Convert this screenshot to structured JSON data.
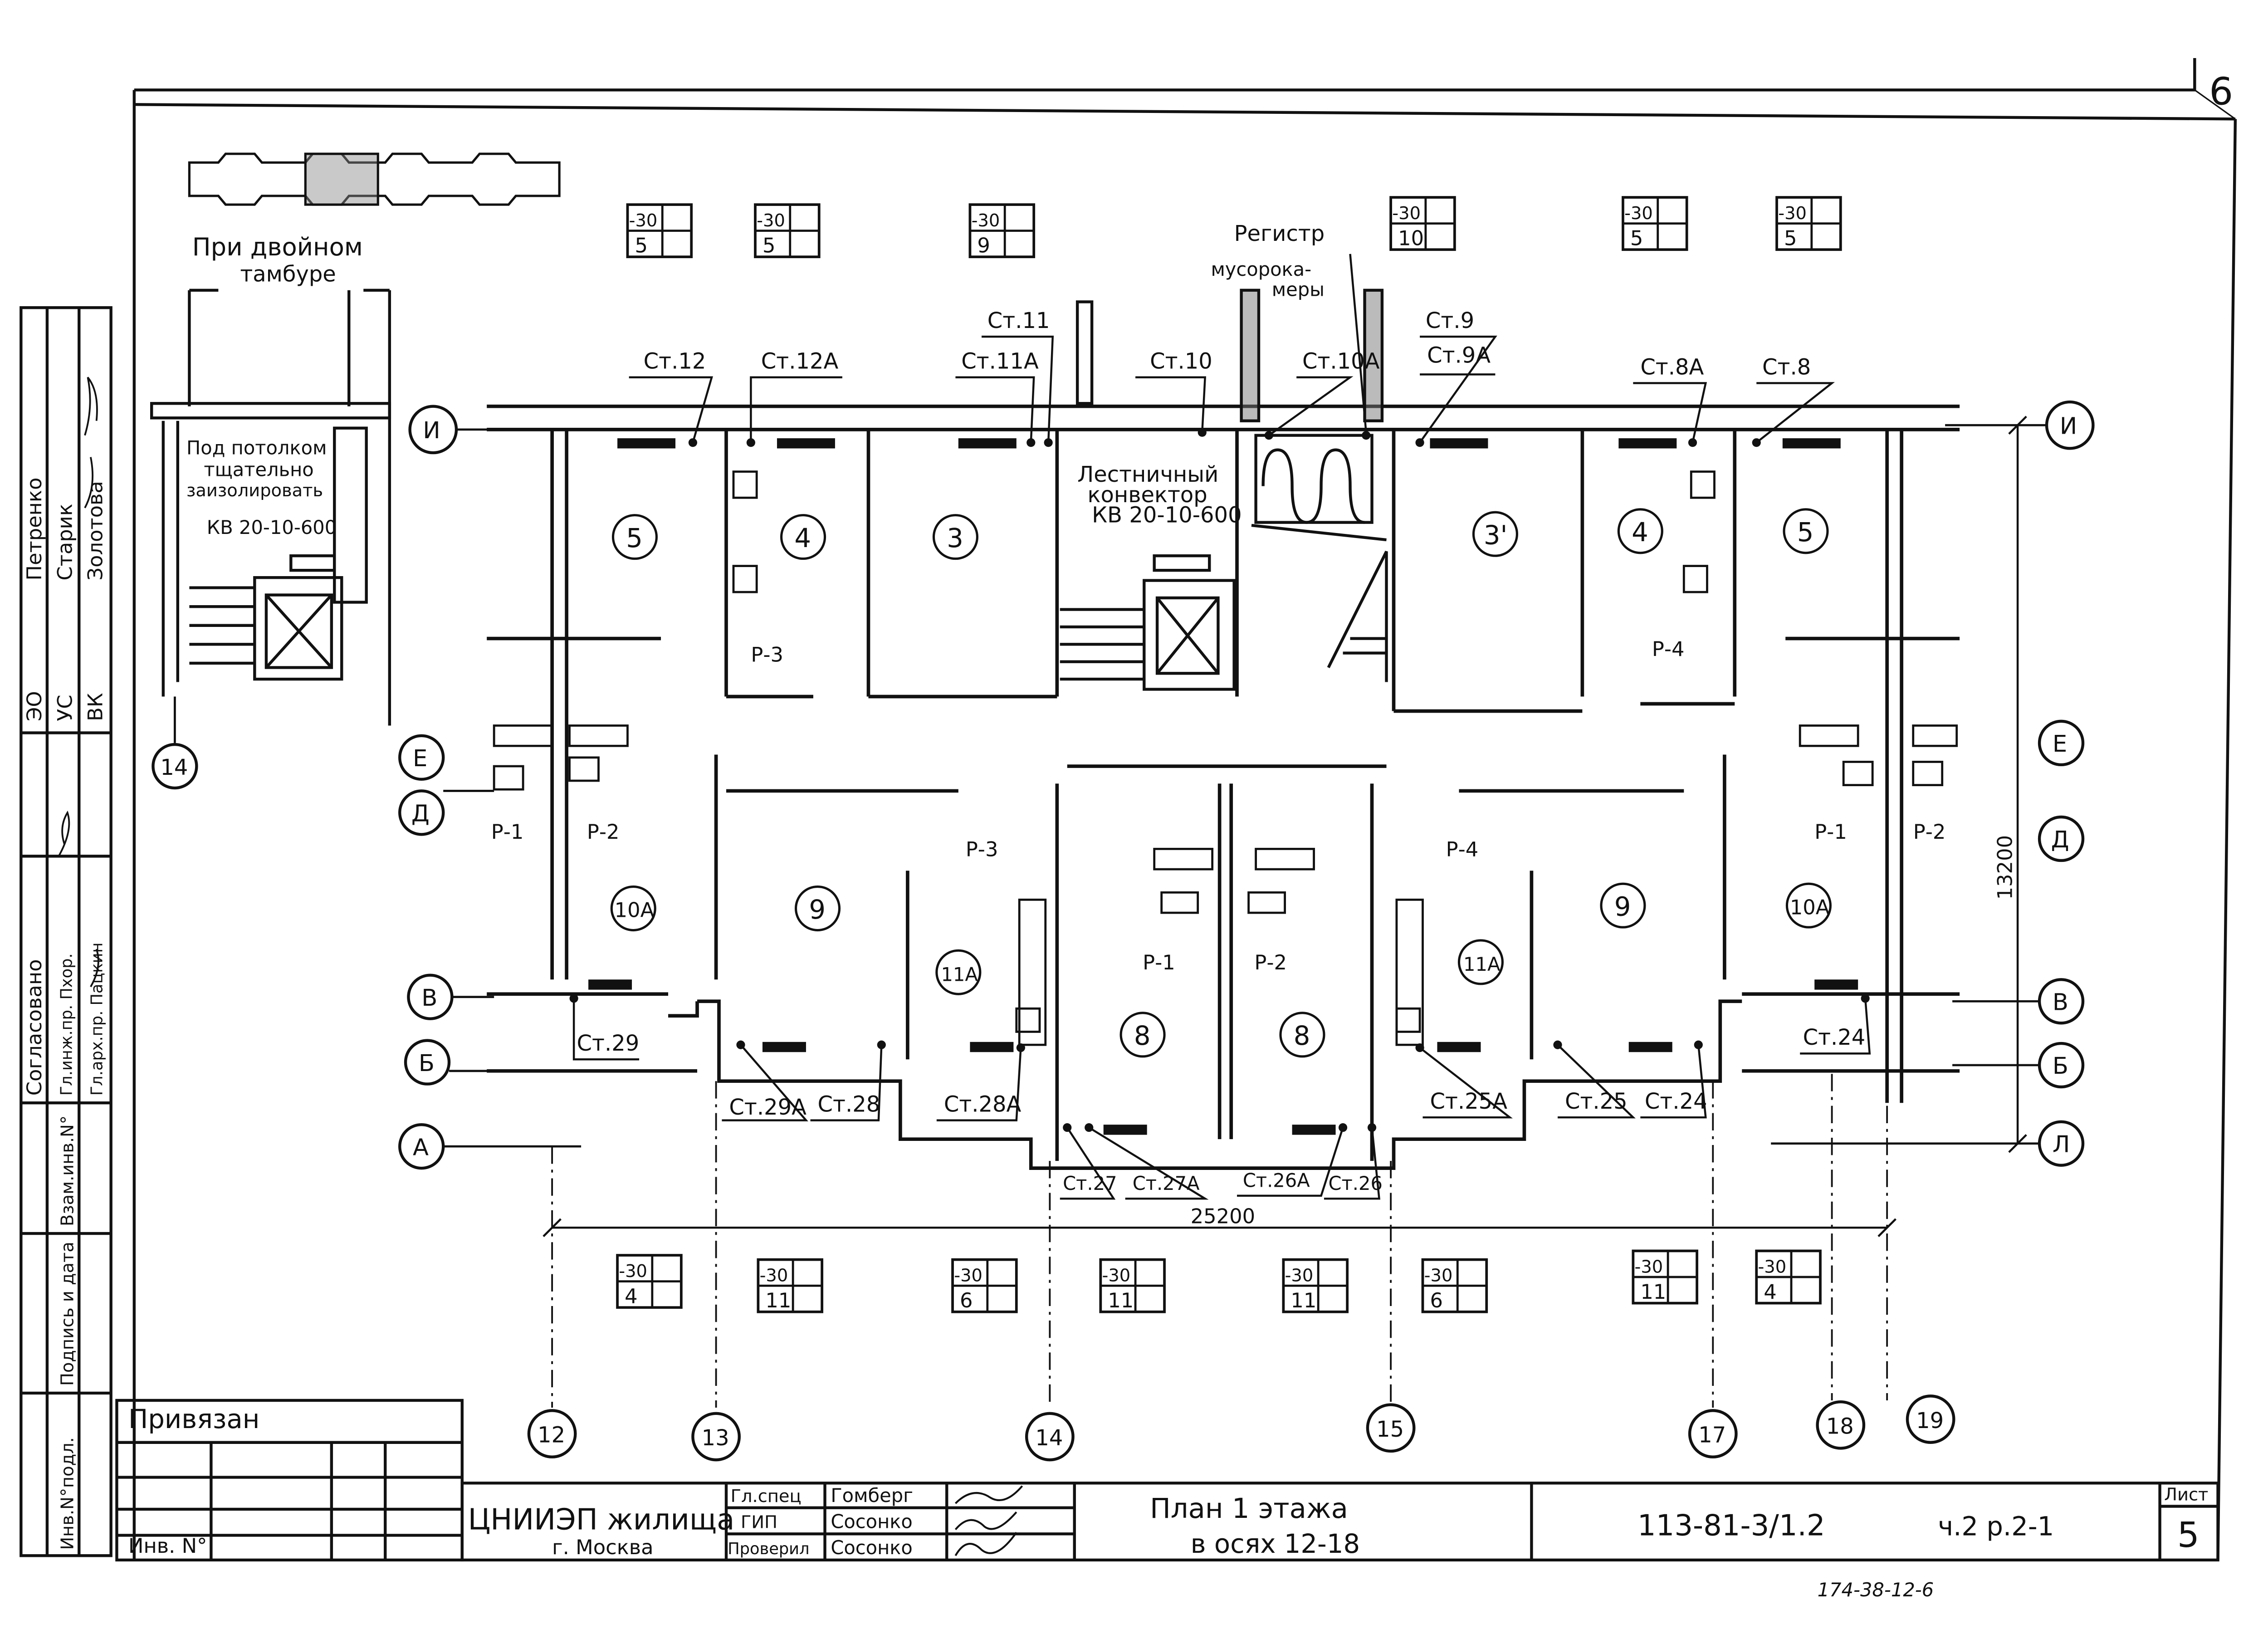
{
  "sheet": {
    "page_corner": "6",
    "title_line1": "План 1 этажа",
    "title_line2": "в осях 12-18",
    "doc_code": "113-81-3/1.2",
    "doc_part": "ч.2 р.2-1",
    "list_label": "Лист",
    "list_number": "5",
    "bottom_scribble": "174-38-12-6"
  },
  "notes": {
    "double_vestibule_1": "При двойном",
    "double_vestibule_2": "тамбуре",
    "ceiling_1": "Под потолком",
    "ceiling_2": "тщательно",
    "ceiling_3": "заизолировать",
    "ceiling_conv": "КВ 20-10-600",
    "register_1": "Регистр",
    "register_2": "мусорока-",
    "register_3": "меры",
    "stair_1": "Лестничный",
    "stair_2": "конвектор",
    "stair_3": "КВ 20-10-600",
    "dimension_total": "25200",
    "dimension_depth": "13200"
  },
  "axes": {
    "И": "И",
    "Е": "Е",
    "Д": "Д",
    "В": "В",
    "Б": "Б",
    "А": "А",
    "Л": "Л",
    "n12": "12",
    "n13": "13",
    "n14": "14",
    "n15": "15",
    "n17": "17",
    "n18": "18",
    "n19": "19",
    "n14_left": "14"
  },
  "rooms": {
    "r5a": "5",
    "r4a": "4",
    "r3": "3",
    "r3p": "3'",
    "r4b": "4",
    "r5b": "5",
    "r10a_l": "10А",
    "r9_l": "9",
    "r11a_l": "11А",
    "r8_l": "8",
    "r8_r": "8",
    "r11a_r": "11А",
    "r9_r": "9",
    "r10a_r": "10А"
  },
  "risers": {
    "st12": "Ст.12",
    "st12a": "Ст.12А",
    "st11": "Ст.11",
    "st11a": "Ст.11А",
    "st10": "Ст.10",
    "st10a": "Ст.10А",
    "st9": "Ст.9",
    "st9a": "Ст.9А",
    "st8a": "Ст.8А",
    "st8": "Ст.8",
    "st29": "Ст.29",
    "st29a": "Ст.29А",
    "st28": "Ст.28",
    "st28a": "Ст.28А",
    "st27": "Ст.27",
    "st27a": "Ст.27А",
    "st26a": "Ст.26А",
    "st26": "Ст.26",
    "st25a": "Ст.25А",
    "st25": "Ст.25",
    "st24a": "Ст.24",
    "st24b": "Ст.24"
  },
  "pipes": {
    "p3_top": "Р-3",
    "p4_top": "Р-4",
    "p1_l": "Р-1",
    "p2_l": "Р-2",
    "p3_mid": "Р-3",
    "p4_mid": "Р-4",
    "p1_c": "Р-1",
    "p2_c": "Р-2",
    "p1_r": "Р-1",
    "p2_r": "Р-2"
  },
  "temps": {
    "top": [
      {
        "t": "-30",
        "n": "5"
      },
      {
        "t": "-30",
        "n": "5"
      },
      {
        "t": "-30",
        "n": "9"
      },
      {
        "t": "-30",
        "n": "10"
      },
      {
        "t": "-30",
        "n": "5"
      },
      {
        "t": "-30",
        "n": "5"
      }
    ],
    "bottom": [
      {
        "t": "-30",
        "n": "4"
      },
      {
        "t": "-30",
        "n": "11"
      },
      {
        "t": "-30",
        "n": "6"
      },
      {
        "t": "-30",
        "n": "11"
      },
      {
        "t": "-30",
        "n": "11"
      },
      {
        "t": "-30",
        "n": "6"
      },
      {
        "t": "-30",
        "n": "11"
      },
      {
        "t": "-30",
        "n": "4"
      }
    ]
  },
  "left_strip": {
    "eo": "ЭО",
    "us": "УС",
    "vk": "ВК",
    "petrenko": "Петренко",
    "starik": "Старик",
    "zolotova": "Золотова",
    "agreed": "Согласовано",
    "gl_inzh": "Гл.инж.пр. Пхор.",
    "gl_arkh": "Гл.арх.пр. Пацкин",
    "vzam": "Взам.инв.N°",
    "podpis": "Подпись и дата",
    "inv_podl": "Инв.N°подл."
  },
  "title_block": {
    "privyazan": "Привязан",
    "inv_n": "Инв. N°",
    "org_1": "ЦНИИЭП жилища",
    "org_2": "г. Москва",
    "role_1": "Гл.спец",
    "name_1": "Гомберг",
    "role_2": "ГИП",
    "name_2": "Сосонко",
    "role_3": "Проверил",
    "name_3": "Сосонко"
  }
}
